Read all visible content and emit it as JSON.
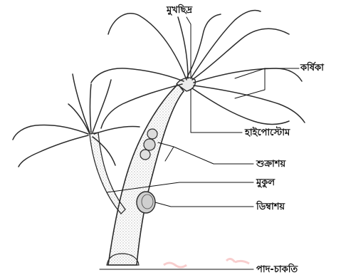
{
  "diagram": {
    "labels": {
      "mouth": "মুখছিদ্র",
      "tentacles": "কর্ষিকা",
      "hypostome": "হাইপোস্টোম",
      "testes": "শুক্রাশয়",
      "bud": "মুকুল",
      "ovary": "ডিম্বাশয়",
      "basal_disc": "পাদ-চাকতি"
    }
  }
}
